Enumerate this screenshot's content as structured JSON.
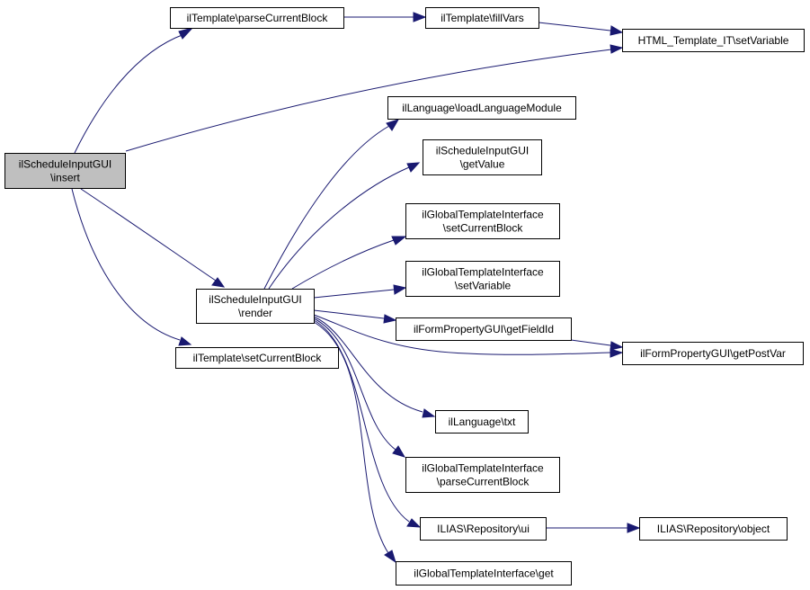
{
  "graph": {
    "type": "call-graph",
    "colors": {
      "edge": "#191970",
      "node_border": "#000000",
      "node_fill": "#ffffff",
      "root_fill": "#bfbfbf",
      "text": "#000000"
    },
    "nodes": [
      {
        "id": "insert",
        "lines": [
          "ilScheduleInputGUI",
          "\\insert"
        ],
        "root": true
      },
      {
        "id": "parseCurrentBlock",
        "lines": [
          "ilTemplate\\parseCurrentBlock"
        ]
      },
      {
        "id": "fillVars",
        "lines": [
          "ilTemplate\\fillVars"
        ]
      },
      {
        "id": "htmlSetVariable",
        "lines": [
          "HTML_Template_IT\\setVariable"
        ]
      },
      {
        "id": "loadLanguageModule",
        "lines": [
          "ilLanguage\\loadLanguageModule"
        ]
      },
      {
        "id": "getValue",
        "lines": [
          "ilScheduleInputGUI",
          "\\getValue"
        ]
      },
      {
        "id": "gtiSetCurrentBlock",
        "lines": [
          "ilGlobalTemplateInterface",
          "\\setCurrentBlock"
        ]
      },
      {
        "id": "gtiSetVariable",
        "lines": [
          "ilGlobalTemplateInterface",
          "\\setVariable"
        ]
      },
      {
        "id": "render",
        "lines": [
          "ilScheduleInputGUI",
          "\\render"
        ]
      },
      {
        "id": "getFieldId",
        "lines": [
          "ilFormPropertyGUI\\getFieldId"
        ]
      },
      {
        "id": "getPostVar",
        "lines": [
          "ilFormPropertyGUI\\getPostVar"
        ]
      },
      {
        "id": "tplSetCurrentBlock",
        "lines": [
          "ilTemplate\\setCurrentBlock"
        ]
      },
      {
        "id": "txt",
        "lines": [
          "ilLanguage\\txt"
        ]
      },
      {
        "id": "gtiParseCurrentBlock",
        "lines": [
          "ilGlobalTemplateInterface",
          "\\parseCurrentBlock"
        ]
      },
      {
        "id": "repoUi",
        "lines": [
          "ILIAS\\Repository\\ui"
        ]
      },
      {
        "id": "repoObject",
        "lines": [
          "ILIAS\\Repository\\object"
        ]
      },
      {
        "id": "gtiGet",
        "lines": [
          "ilGlobalTemplateInterface\\get"
        ]
      }
    ],
    "edges": [
      {
        "from": "insert",
        "to": "parseCurrentBlock"
      },
      {
        "from": "insert",
        "to": "htmlSetVariable"
      },
      {
        "from": "insert",
        "to": "render"
      },
      {
        "from": "insert",
        "to": "tplSetCurrentBlock"
      },
      {
        "from": "parseCurrentBlock",
        "to": "fillVars"
      },
      {
        "from": "fillVars",
        "to": "htmlSetVariable"
      },
      {
        "from": "render",
        "to": "loadLanguageModule"
      },
      {
        "from": "render",
        "to": "getValue"
      },
      {
        "from": "render",
        "to": "gtiSetCurrentBlock"
      },
      {
        "from": "render",
        "to": "gtiSetVariable"
      },
      {
        "from": "render",
        "to": "getFieldId"
      },
      {
        "from": "render",
        "to": "getPostVar"
      },
      {
        "from": "render",
        "to": "txt"
      },
      {
        "from": "render",
        "to": "gtiParseCurrentBlock"
      },
      {
        "from": "render",
        "to": "repoUi"
      },
      {
        "from": "render",
        "to": "gtiGet"
      },
      {
        "from": "getFieldId",
        "to": "getPostVar"
      },
      {
        "from": "repoUi",
        "to": "repoObject"
      }
    ]
  }
}
